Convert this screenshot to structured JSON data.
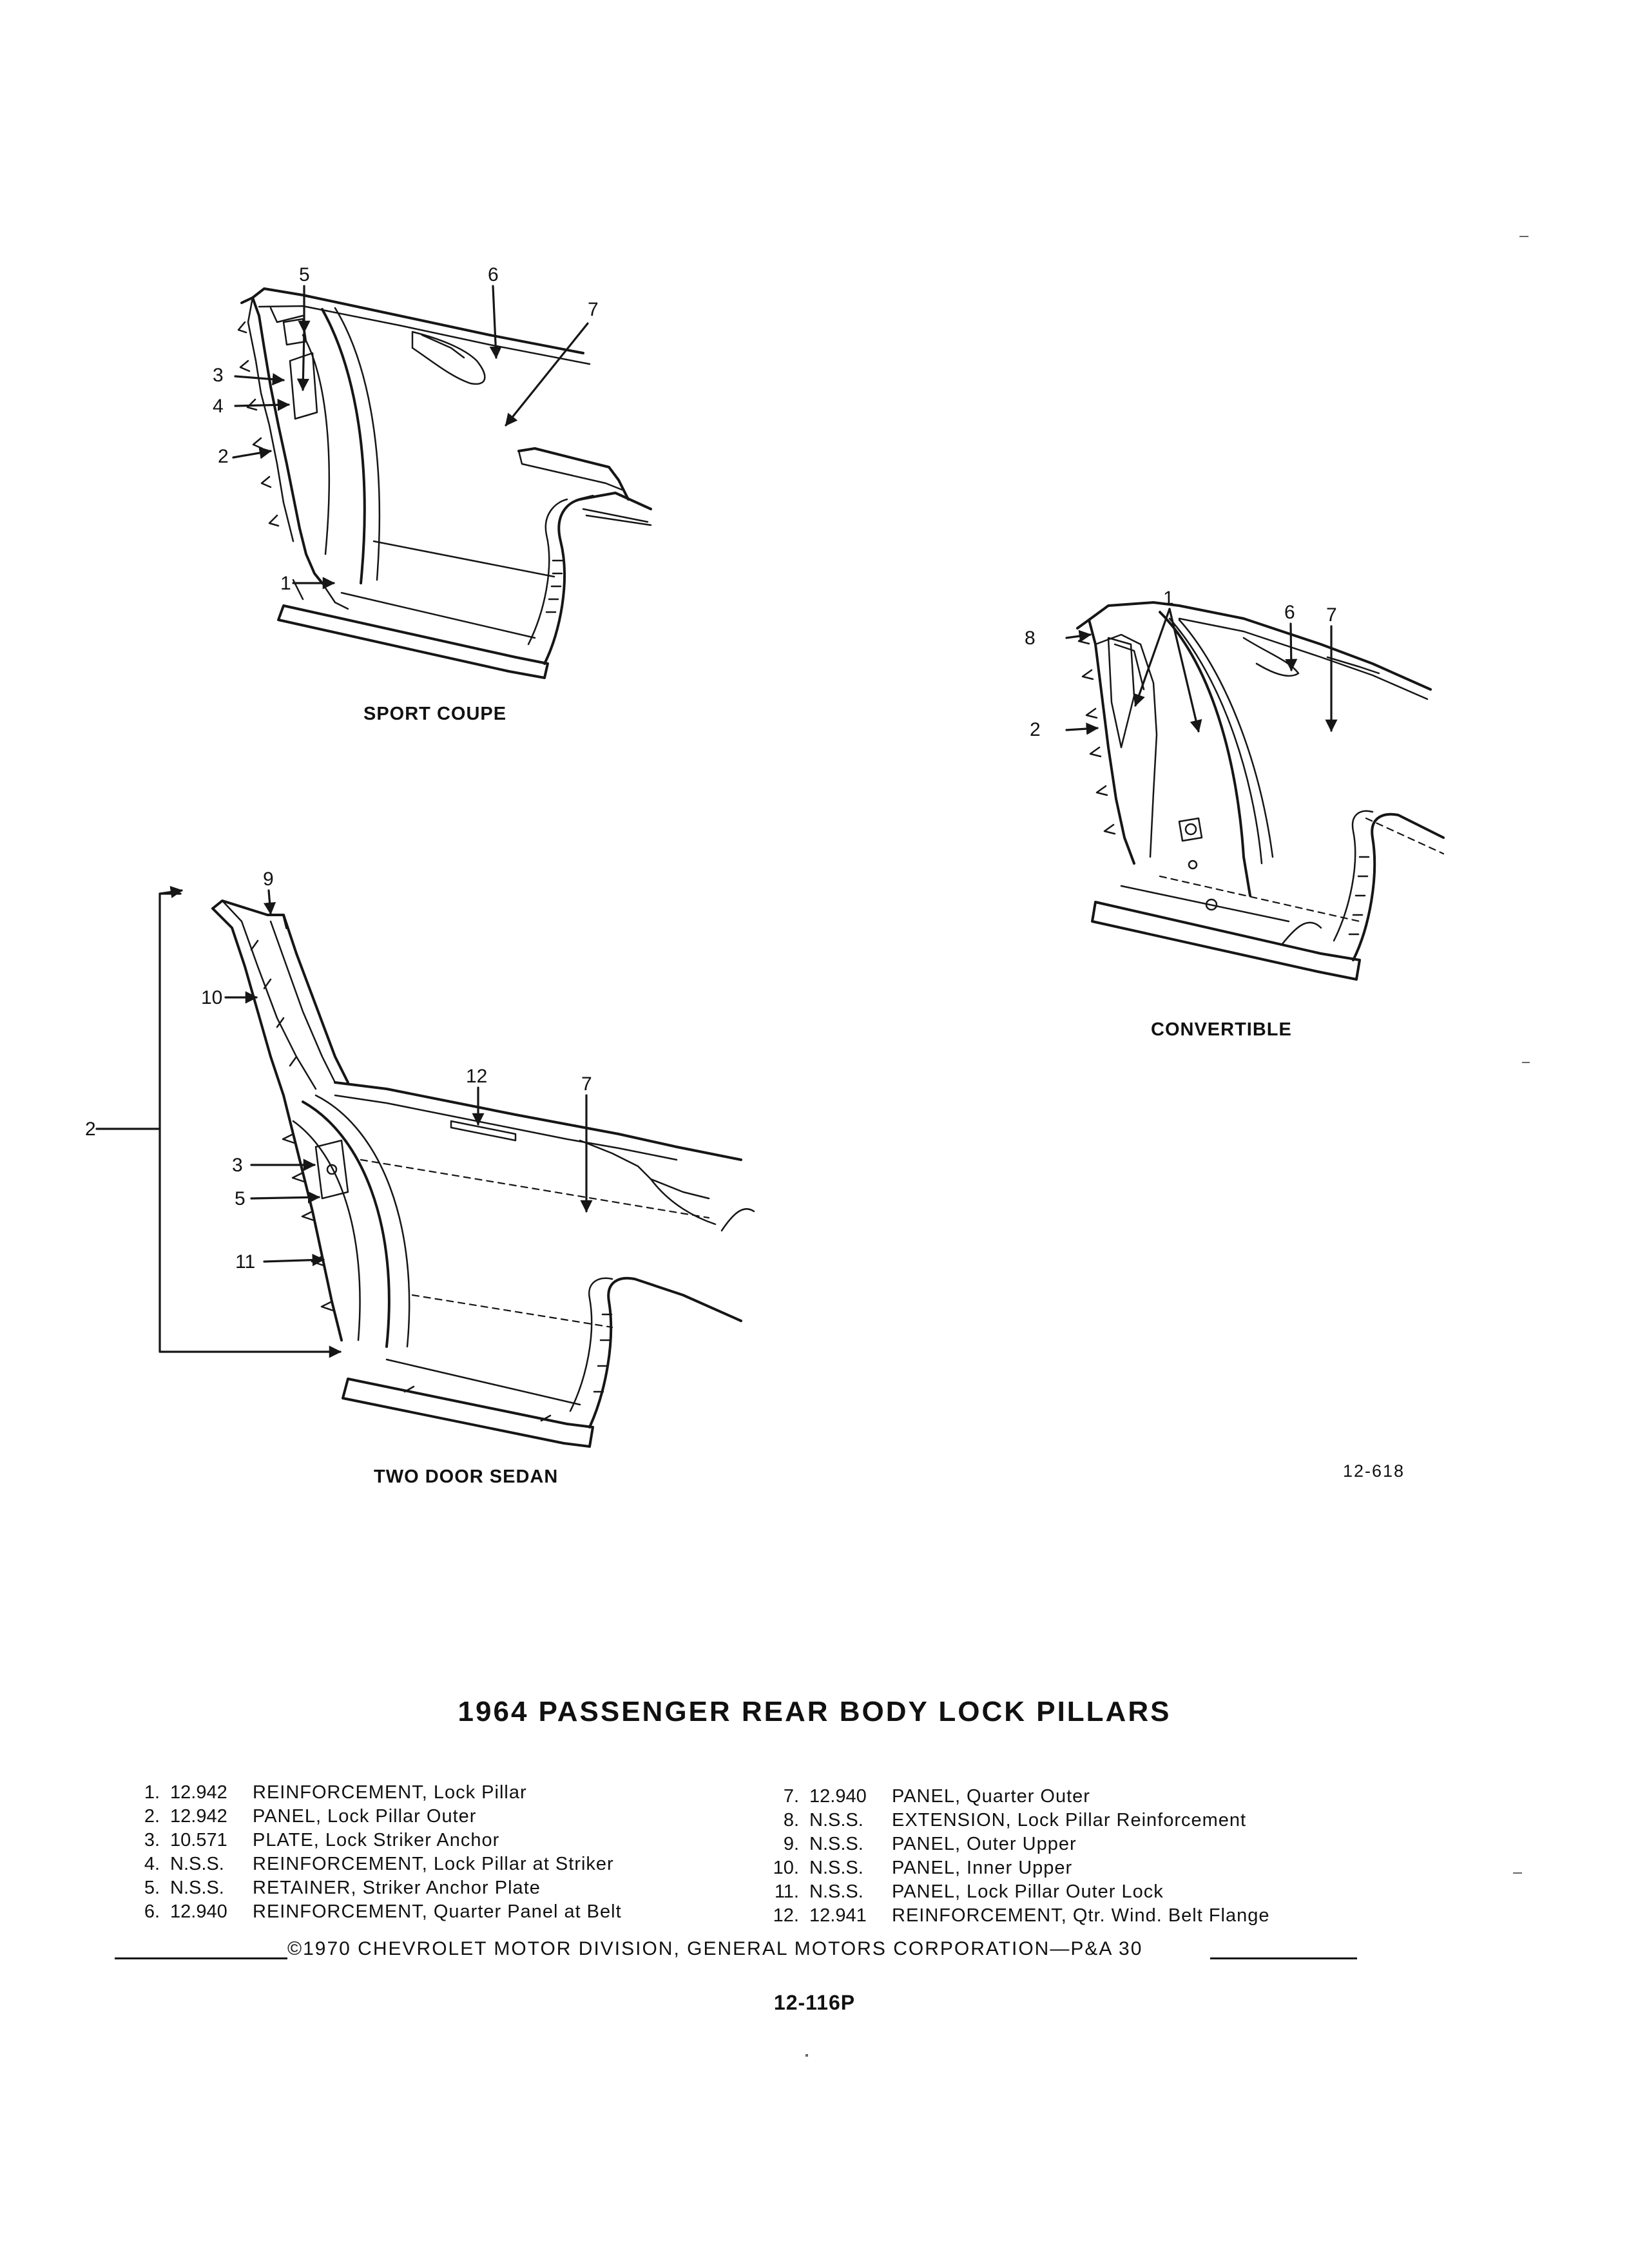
{
  "figures": {
    "sport_coupe": {
      "caption": "SPORT COUPE",
      "callouts": [
        "5",
        "6",
        "7",
        "3",
        "4",
        "2",
        "1"
      ]
    },
    "convertible": {
      "caption": "CONVERTIBLE",
      "callouts": [
        "1",
        "6",
        "7",
        "8",
        "2"
      ]
    },
    "two_door_sedan": {
      "caption": "TWO DOOR SEDAN",
      "callouts": [
        "9",
        "10",
        "12",
        "7",
        "2",
        "3",
        "5",
        "11"
      ]
    },
    "figure_number": "12-618"
  },
  "title": "1964 PASSENGER REAR BODY LOCK PILLARS",
  "parts_list": {
    "left": [
      {
        "index": "1.",
        "number": "12.942",
        "description": "REINFORCEMENT, Lock Pillar"
      },
      {
        "index": "2.",
        "number": "12.942",
        "description": "PANEL, Lock Pillar Outer"
      },
      {
        "index": "3.",
        "number": "10.571",
        "description": "PLATE, Lock Striker Anchor"
      },
      {
        "index": "4.",
        "number": "N.S.S.",
        "description": "REINFORCEMENT, Lock Pillar at Striker"
      },
      {
        "index": "5.",
        "number": "N.S.S.",
        "description": "RETAINER, Striker Anchor Plate"
      },
      {
        "index": "6.",
        "number": "12.940",
        "description": "REINFORCEMENT, Quarter Panel at Belt"
      }
    ],
    "right": [
      {
        "index": "7.",
        "number": "12.940",
        "description": "PANEL, Quarter Outer"
      },
      {
        "index": "8.",
        "number": "N.S.S.",
        "description": "EXTENSION, Lock Pillar Reinforcement"
      },
      {
        "index": "9.",
        "number": "N.S.S.",
        "description": "PANEL, Outer Upper"
      },
      {
        "index": "10.",
        "number": "N.S.S.",
        "description": "PANEL, Inner Upper"
      },
      {
        "index": "11.",
        "number": "N.S.S.",
        "description": "PANEL, Lock Pillar Outer Lock"
      },
      {
        "index": "12.",
        "number": "12.941",
        "description": "REINFORCEMENT, Qtr. Wind. Belt Flange"
      }
    ]
  },
  "copyright": "©1970 CHEVROLET MOTOR DIVISION, GENERAL MOTORS CORPORATION—P&A 30",
  "page_number": "12-116P"
}
